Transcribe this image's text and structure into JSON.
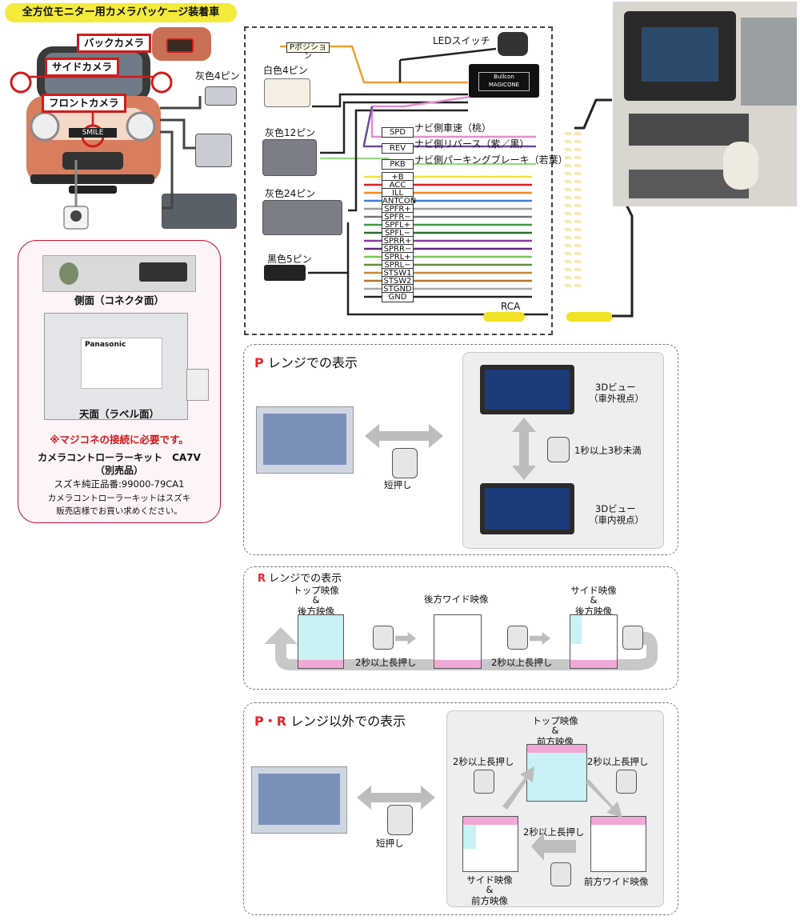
{
  "page_title": "全方位モニター用カメラパッケージ装着車",
  "camera_labels": {
    "back": "バックカメラ",
    "side": "サイドカメラ",
    "front": "フロントカメラ"
  },
  "car_badge": "SMILE",
  "connector_labels": {
    "gray4_left": "灰色4ピン",
    "white4": "白色4ピン",
    "gray12": "灰色12ピン",
    "gray24": "灰色24ピン",
    "black5": "黒色5ピン"
  },
  "wiring": {
    "p_position": "Pポジション",
    "led_switch": "LEDスイッチ",
    "unit_brand": "Bullcon",
    "unit_name": "MAGICONE",
    "nav_speed": "ナビ側車速（桃）",
    "nav_reverse": "ナビ側リバース（紫／黒）",
    "nav_parking": "ナビ側パーキングブレーキ（若葉）",
    "pins": [
      "SPD",
      "REV",
      "PKB",
      "+B",
      "ACC",
      "ILL",
      "ANTCON",
      "SPFR+",
      "SPFR−",
      "SPFL+",
      "SPFL−",
      "SPRR+",
      "SPRR−",
      "SPRL+",
      "SPRL−",
      "STSW1",
      "STSW2",
      "STGND",
      "GND"
    ],
    "rca": "RCA"
  },
  "kit": {
    "side_label": "側面（コネクタ面）",
    "top_label": "天面（ラベル面）",
    "panasonic": "Panasonic",
    "required": "※マジコネの接続に必要です。",
    "name": "カメラコントローラーキット　CA7V",
    "sold_separately": "（別売品）",
    "part_no": "スズキ純正品番:99000-79CA1",
    "note_line1": "カメラコントローラーキットはスズキ",
    "note_line2": "販売店様でお買い求めください。"
  },
  "p_range": {
    "heading_prefix": "P",
    "heading_rest": "レンジでの表示",
    "short_press": "短押し",
    "view_outside": "3Dビュー",
    "view_outside_sub": "（車外視点）",
    "view_inside": "3Dビュー",
    "view_inside_sub": "（車内視点）",
    "hold_time": "1秒以上3秒未満"
  },
  "r_range": {
    "heading_prefix": "R",
    "heading_rest": "レンジでの表示",
    "view1_a": "トップ映像",
    "view1_b": "&",
    "view1_c": "後方映像",
    "view2": "後方ワイド映像",
    "view3_a": "サイド映像",
    "view3_b": "&",
    "view3_c": "後方映像",
    "long_press": "2秒以上長押し"
  },
  "pr_other": {
    "heading_prefix": "P・R",
    "heading_rest": "レンジ以外での表示",
    "short_press": "短押し",
    "top_a": "トップ映像",
    "top_b": "&",
    "top_c": "前方映像",
    "wide": "前方ワイド映像",
    "side_a": "サイド映像",
    "side_b": "&",
    "side_c": "前方映像",
    "long_press": "2秒以上長押し"
  },
  "colors": {
    "red_accent": "#e8242a",
    "highlight_yellow": "#f4ea3c",
    "view_cyan": "#c8f2f4",
    "view_pink": "#f2a8d6"
  }
}
